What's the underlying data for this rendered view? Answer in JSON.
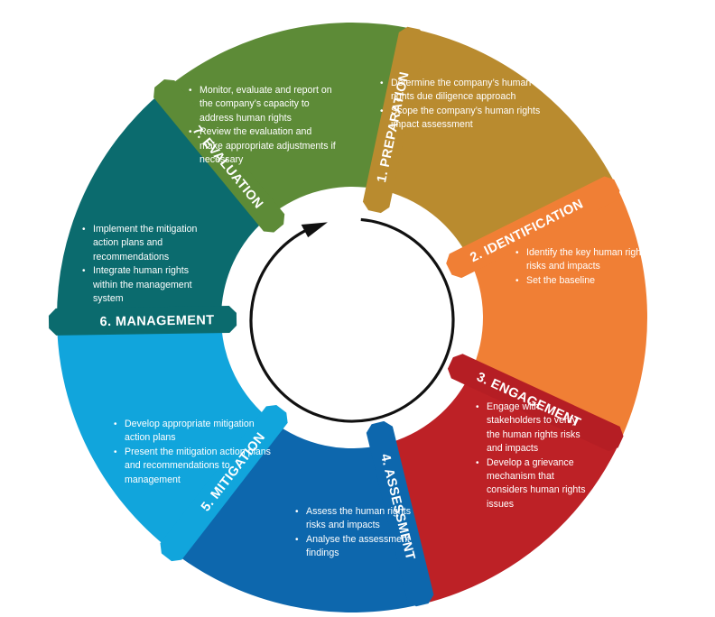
{
  "stages": [
    {
      "id": "preparation",
      "number": "1.",
      "title": "PREPARATION",
      "color": "#b98b2f",
      "tab_color": "#b98b2f",
      "bullets": [
        "Determine the company’s human rights due diligence approach",
        "Scope the company’s human rights impact assessment"
      ]
    },
    {
      "id": "identification",
      "number": "2.",
      "title": "IDENTIFICATION",
      "color": "#f07f35",
      "tab_color": "#f07f35",
      "bullets": [
        "Identify the key human rights risks and impacts",
        "Set the baseline"
      ]
    },
    {
      "id": "engagement",
      "number": "3.",
      "title": "ENGAGEMENT",
      "color": "#bd2126",
      "tab_color": "#b51e24",
      "bullets": [
        "Engage with stakeholders to verify the human rights risks and impacts",
        "Develop a grievance mechanism that considers human rights issues"
      ]
    },
    {
      "id": "assessment",
      "number": "4.",
      "title": "ASSESSMENT",
      "color": "#0d67ad",
      "tab_color": "#0d67ad",
      "bullets": [
        "Assess the human rights risks and impacts",
        "Analyse the assessment findings"
      ]
    },
    {
      "id": "mitigation",
      "number": "5.",
      "title": "MITIGATION",
      "color": "#11a5dc",
      "tab_color": "#11a5dc",
      "bullets": [
        "Develop appropriate mitigation action plans",
        "Present the mitigation action plans and recommendations to management"
      ]
    },
    {
      "id": "management",
      "number": "6.",
      "title": "MANAGEMENT",
      "color": "#0b6b6e",
      "tab_color": "#0b6b6e",
      "bullets": [
        "Implement the mitigation action plans and recommendations",
        "Integrate human rights within the management system"
      ]
    },
    {
      "id": "evaluation",
      "number": "7.",
      "title": "EVALUATION",
      "color": "#5d8b37",
      "tab_color": "#5d8b37",
      "bullets": [
        "Monitor, evaluate and report on the company’s capacity to address human rights",
        "Review the evaluation and make appropriate adjustments if necessary"
      ]
    }
  ],
  "cycle_arrow": {
    "direction": "clockwise",
    "color": "#111111"
  }
}
